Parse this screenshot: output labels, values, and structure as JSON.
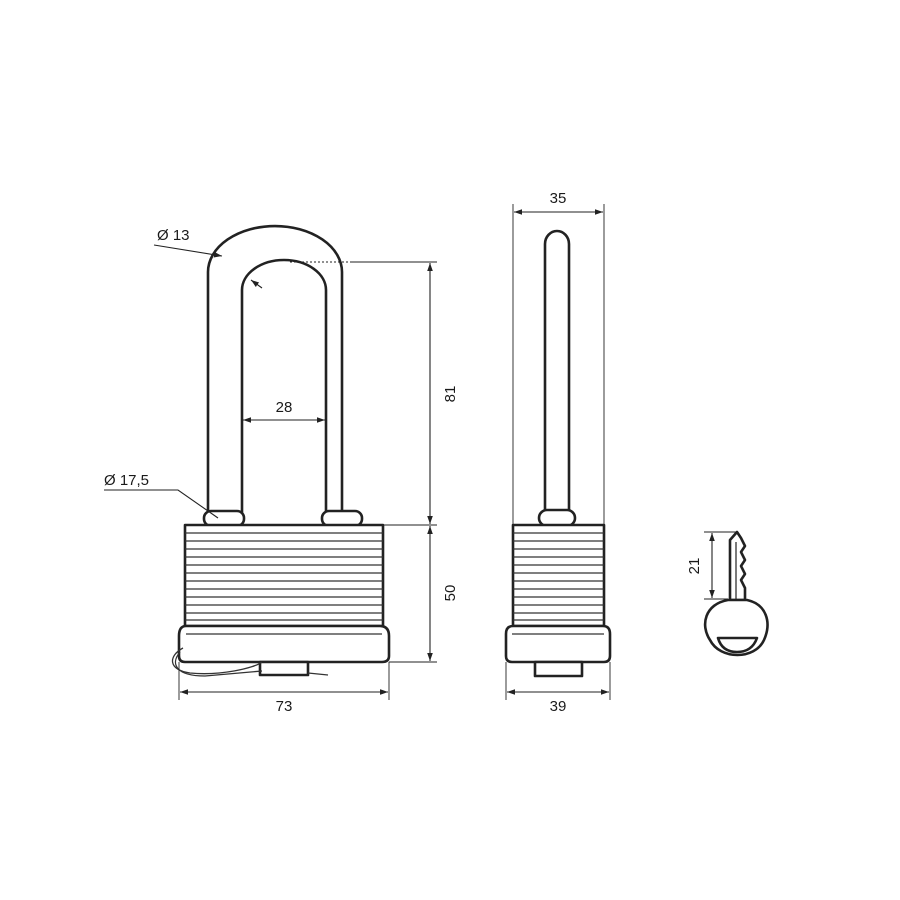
{
  "drawing": {
    "dimensions": {
      "shackle_diameter": "Ø 13",
      "shackle_inner_width": "28",
      "shackle_clearance": "81",
      "shackle_base_diameter": "Ø 17,5",
      "body_height": "50",
      "body_width": "73",
      "side_top_width": "35",
      "side_bottom_width": "39",
      "key_blade_length": "21"
    }
  }
}
